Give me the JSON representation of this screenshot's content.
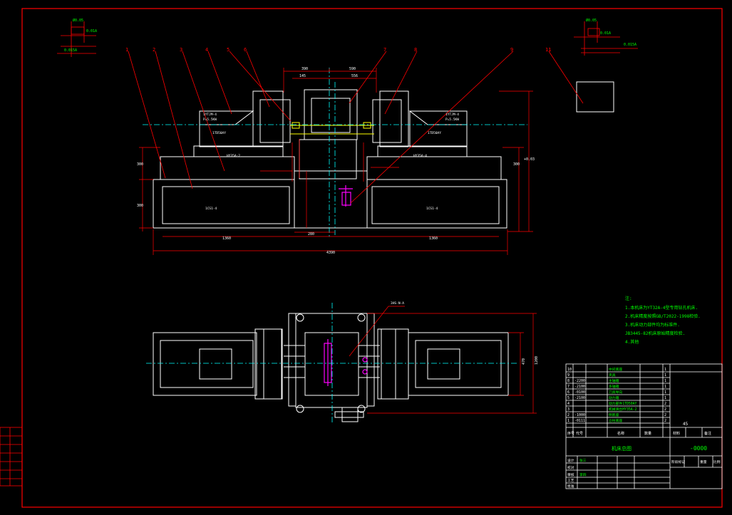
{
  "colors": {
    "background": "#000000",
    "frame": "#ff0000",
    "dimension": "#ff0000",
    "outline": "#ffffff",
    "center_line": "#00ffff",
    "annotation": "#00ff00",
    "highlight": "#ff00ff",
    "accent": "#ffff00"
  },
  "part_callouts": [
    "1",
    "2",
    "3",
    "4",
    "5",
    "6",
    "7",
    "8",
    "9",
    "11"
  ],
  "dimensions": {
    "top_span_left": "390",
    "top_span_right": "590",
    "top_sub_left": "145",
    "top_sub_right": "556",
    "left_height_a": "300",
    "left_height_b": "300",
    "right_height_a": "300",
    "right_height_b": "+0.03",
    "left_length": "1360",
    "right_length": "1360",
    "total_length": "4390",
    "center_gap": "280",
    "plan_height_a": "470",
    "plan_height_b": "1200"
  },
  "labels": {
    "left_unit_tag": "1YTJM-4",
    "left_unit_power": "P=5.5KW",
    "right_unit_tag": "1YTJM-4",
    "right_unit_power": "P=5.5KW",
    "left_base": "1CS1-4",
    "right_base": "1CS1-4",
    "left_slide": "HY35A-2",
    "right_slide": "HY35A-4",
    "left_spindle": "1TD50AY",
    "right_spindle": "1TD50AY",
    "plan_ref": "3HS-N-A"
  },
  "notes": {
    "title": "注:",
    "lines": [
      "1.本机床为YT32A-4型专用钻孔机床.",
      "2.机床精度按照GB/T2022-1998检验.",
      "3.机床动力部件均为标准件.",
      "JB3445-82机床原始精度检验.",
      "4.其他"
    ]
  },
  "title_block": {
    "drawing_name": "机床总图",
    "drawing_number": "-0000",
    "scale": "45",
    "parts": [
      {
        "no": "10",
        "code": "",
        "name": "中间底座",
        "qty": "1"
      },
      {
        "no": "9",
        "code": "",
        "name": "夹具",
        "qty": "1"
      },
      {
        "no": "8",
        "code": "-2200",
        "name": "主轴箱",
        "qty": "1"
      },
      {
        "no": "7",
        "code": "-2100",
        "name": "多轴箱",
        "qty": "1"
      },
      {
        "no": "6",
        "code": "-0100",
        "name": "刀具导向",
        "qty": "1"
      },
      {
        "no": "5",
        "code": "-2100",
        "name": "动力箱",
        "qty": "1"
      },
      {
        "no": "4",
        "code": "",
        "name": "动力部件1TD50AY",
        "qty": "2"
      },
      {
        "no": "3",
        "code": "",
        "name": "机械滑台HY35A-2",
        "qty": "2"
      },
      {
        "no": "2",
        "code": "-1000",
        "name": "侧底座",
        "qty": "2"
      },
      {
        "no": "1",
        "code": "-0111",
        "name": "立柱底座",
        "qty": "2"
      }
    ],
    "header": [
      "序号",
      "代号",
      "名称",
      "数量",
      "材料",
      "备注"
    ],
    "sign_rows": [
      "设计",
      "校对",
      "审核",
      "工艺",
      "批准"
    ],
    "sign_names": [
      "张三",
      "",
      "李四",
      "",
      ""
    ],
    "stage_labels": [
      "阶段标记",
      "重量",
      "比例"
    ]
  },
  "left_margin_box": [
    "",
    "",
    "",
    "",
    ""
  ],
  "detail_marks": {
    "left_top": "Ø0.05",
    "left_mid": "0.01A",
    "left_bottom": "0.015A",
    "right_top": "Ø0.05",
    "right_mid": "0.01A",
    "right_bottom": "0.015A"
  }
}
